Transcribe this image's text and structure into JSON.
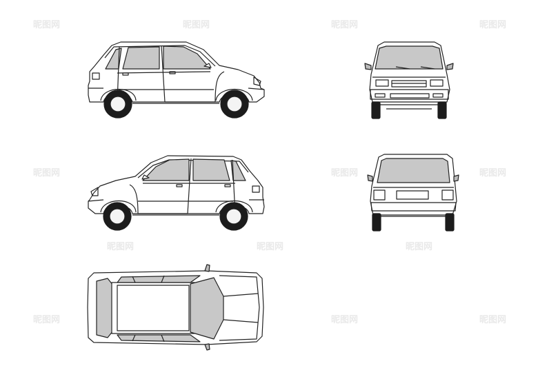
{
  "colors": {
    "background": "#ffffff",
    "outline": "#222222",
    "glass": "#c8c8c8",
    "tire": "#1c1c1c",
    "hub": "#f4f4f4",
    "watermark": "#e9e9e9"
  },
  "views": [
    {
      "name": "side-view-right",
      "icon": "car-side-icon"
    },
    {
      "name": "front-view",
      "icon": "car-front-icon"
    },
    {
      "name": "side-view-left",
      "icon": "car-side-icon"
    },
    {
      "name": "rear-view",
      "icon": "car-rear-icon"
    },
    {
      "name": "top-view",
      "icon": "car-top-icon"
    }
  ],
  "watermark": {
    "text": "昵图网"
  }
}
